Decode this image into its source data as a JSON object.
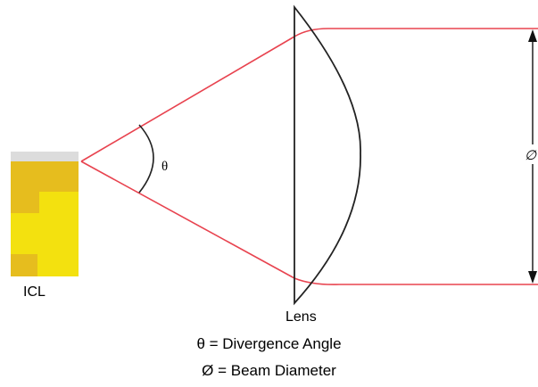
{
  "diagram": {
    "source_label": "ICL",
    "lens_label": "Lens",
    "angle_symbol": "θ",
    "diameter_symbol": "∅",
    "colors": {
      "beam": "#e8434f",
      "lens_outline": "#222222",
      "source_light": "#f3e10f",
      "source_dark": "#e6bd1e",
      "source_top": "#dcdcdc"
    }
  },
  "legend": {
    "angle_line": "θ = Divergence Angle",
    "diameter_line": "Ø = Beam Diameter"
  }
}
